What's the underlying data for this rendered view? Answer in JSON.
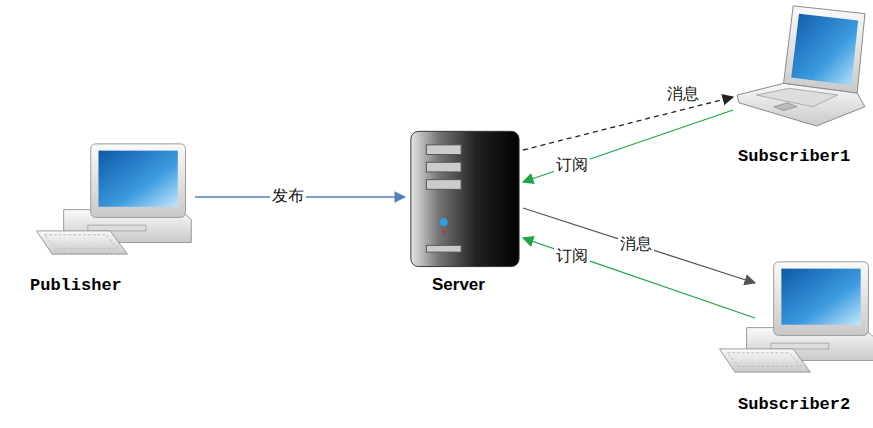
{
  "diagram": {
    "nodes": [
      {
        "text": [
          "Publisher"
        ]
      },
      {
        "text": [
          "Server"
        ]
      },
      {
        "text": [
          "Subscriber1"
        ]
      },
      {
        "text": [
          "Subscriber2"
        ]
      }
    ],
    "edges": [
      {
        "from": 0,
        "to": 1,
        "arrow": "to",
        "label": "发布"
      },
      {
        "from": 1,
        "to": 2,
        "arrow": "to",
        "label": "消息"
      },
      {
        "from": 2,
        "to": 1,
        "arrow": "to",
        "label": "订阅"
      },
      {
        "from": 1,
        "to": 3,
        "arrow": "to",
        "label": "消息"
      },
      {
        "from": 3,
        "to": 1,
        "arrow": "to",
        "label": "订阅"
      }
    ]
  }
}
